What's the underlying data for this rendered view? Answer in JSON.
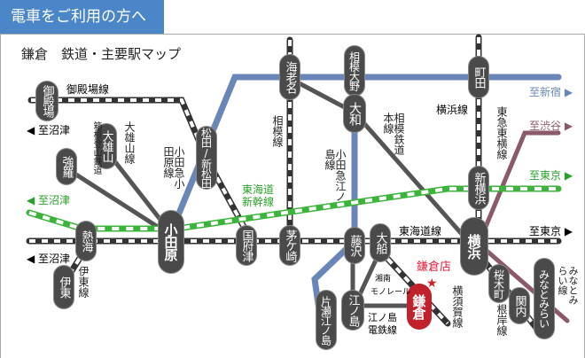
{
  "tab": "電車をご利用の方へ",
  "title": "鎌倉　鉄道・主要駅マップ",
  "stations": {
    "gotemba": "御殿場",
    "gora": "強羅",
    "daiyuzan": "大雄山",
    "atami": "熱海",
    "ito": "伊東",
    "odawara": "小田原",
    "matsuda": "松田/新松田",
    "kozu": "国府津",
    "ebina": "海老名",
    "chigasaki": "茅ケ崎",
    "sagamiono": "相模大野",
    "yamato": "大和",
    "fujisawa": "藤沢",
    "ofuna": "大船",
    "enoshima": "江ノ島",
    "katase": "片瀬江ノ島",
    "kamakura": "鎌倉",
    "machida": "町田",
    "shinyokohama": "新横浜",
    "yokohama": "横浜",
    "sakuragicho": "桜木町",
    "kannai": "関内",
    "minatomirai": "みなとみらい"
  },
  "lines": {
    "gotemba": "御殿場線",
    "hakone": "箱根登山鉄道",
    "daiyuzan": "大雄山線",
    "odakyu": "小田急小田原線",
    "sagami": "相模線",
    "tokaido_shinkansen": "東海道新幹線",
    "ito": "伊東線",
    "sotetsu": "相模鉄道本線",
    "enoshima": "小田急江ノ島線",
    "yokohama": "横浜線",
    "toyoko": "東急東横線",
    "tokaido": "東海道線",
    "monorail_a": "湘南",
    "monorail_b": "モノレール",
    "enoden": "江ノ島電鉄線",
    "yokosuka": "横須賀線",
    "negishi": "根岸線",
    "minatomirai": "みなとみらい線"
  },
  "directions": {
    "numazu1": "◀ 至沼津",
    "numazu2": "◀ 至沼津",
    "numazu3": "◀ 至沼津",
    "shinjuku": "至新宿 ▶",
    "shibuya": "至渋谷 ▶",
    "tokyo1": "至東京 ▶",
    "tokyo2": "至東京 ▶"
  },
  "store": "鎌倉店",
  "colors": {
    "odakyu": "#6a86b8",
    "shinkansen": "#3cb43c",
    "toyoko": "#8a5a6a",
    "kamakura": "#c0212a",
    "tab": "#4a86c8"
  }
}
